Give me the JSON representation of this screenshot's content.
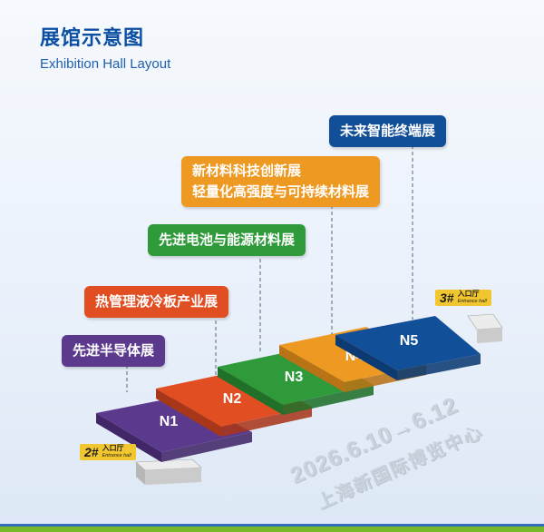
{
  "title": {
    "cn": "展馆示意图",
    "en": "Exhibition Hall Layout"
  },
  "halls": [
    {
      "id": "N1",
      "label": "先进半导体展",
      "color": "#5b3a8e",
      "side": "#412768"
    },
    {
      "id": "N2",
      "label": "热管理液冷板产业展",
      "color": "#e04e22",
      "side": "#a8371a"
    },
    {
      "id": "N3",
      "label": "先进电池与能源材料展",
      "color": "#2f9a3a",
      "side": "#20702a"
    },
    {
      "id": "N4",
      "label_line1": "新材料科技创新展",
      "label_line2": "轻量化高强度与可持续材料展",
      "color": "#ee9a22",
      "side": "#b87316"
    },
    {
      "id": "N5",
      "label": "未来智能终端展",
      "color": "#124f99",
      "side": "#0c3a72"
    }
  ],
  "entrances": [
    {
      "num": "2#",
      "cn": "入口厅",
      "en": "Entrance hall"
    },
    {
      "num": "3#",
      "cn": "入口厅",
      "en": "Entrance hall"
    }
  ],
  "date_text": "2026.6.10→6.12",
  "venue_text": "上海新国际博览中心"
}
